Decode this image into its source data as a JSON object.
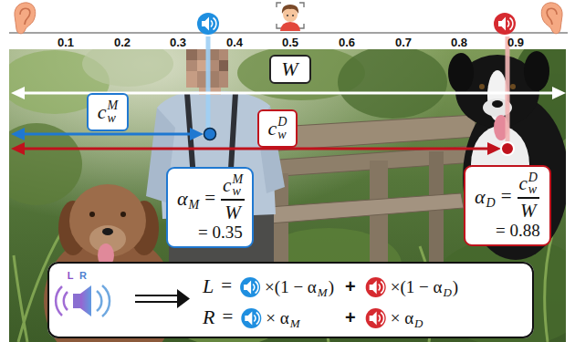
{
  "diagram": {
    "nodes": [
      {
        "text": [
          "W"
        ]
      },
      {
        "text": [
          "c",
          "w",
          "M"
        ]
      },
      {
        "text": [
          "c",
          "w",
          "D"
        ]
      },
      {
        "text": [
          "α",
          "M",
          "=",
          "c",
          "w",
          "M",
          "W",
          "= 0.35"
        ]
      },
      {
        "text": [
          "α",
          "D",
          "=",
          "c",
          "w",
          "D",
          "W",
          "= 0.88"
        ]
      },
      {
        "text": [
          "L",
          "=",
          "×(1 − α",
          "M",
          ")",
          "+",
          "×(1 − α",
          "D",
          ")",
          "R",
          "=",
          "× α",
          "M",
          "+",
          "× α",
          "D"
        ]
      }
    ],
    "labels": [
      "0.1",
      "0.2",
      "0.3",
      "0.4",
      "0.5",
      "0.6",
      "0.7",
      "0.8",
      "0.9",
      "L",
      "R"
    ]
  }
}
